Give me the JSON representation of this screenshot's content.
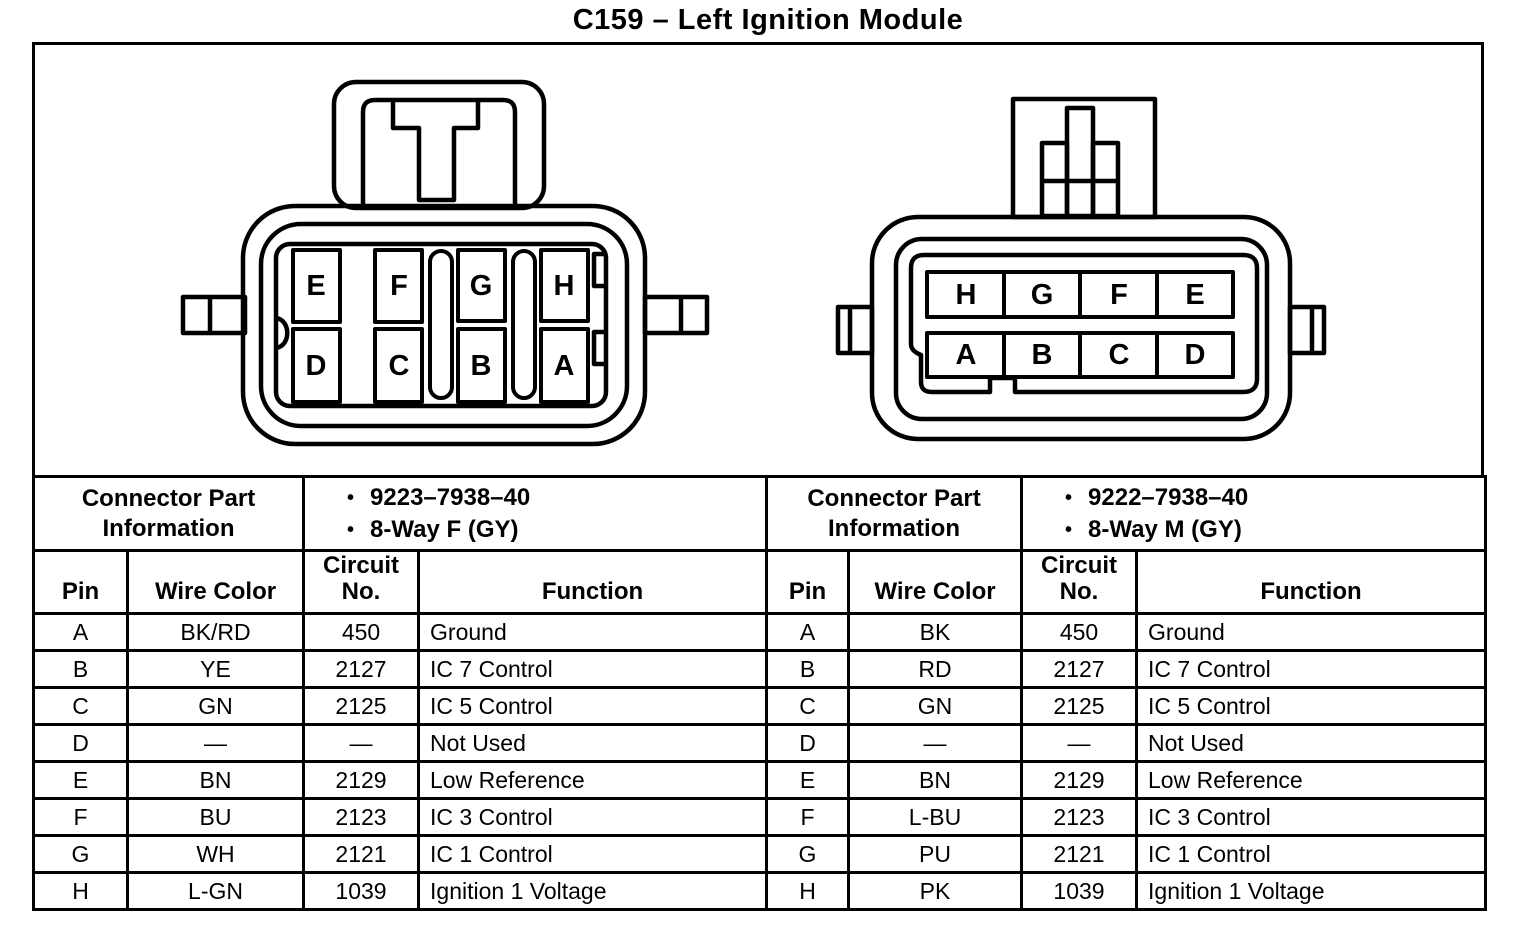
{
  "title": "C159 – Left Ignition Module",
  "bullet": "•",
  "connectors": {
    "left": {
      "part_info_label": "Connector Part Information",
      "part_number": "9223–7938–40",
      "way_type": "8-Way F (GY)",
      "pins_top": [
        "E",
        "F",
        "G",
        "H"
      ],
      "pins_bottom": [
        "D",
        "C",
        "B",
        "A"
      ],
      "table": {
        "headers": [
          "Pin",
          "Wire Color",
          "Circuit No.",
          "Function"
        ],
        "rows": [
          [
            "A",
            "BK/RD",
            "450",
            "Ground"
          ],
          [
            "B",
            "YE",
            "2127",
            "IC 7 Control"
          ],
          [
            "C",
            "GN",
            "2125",
            "IC 5 Control"
          ],
          [
            "D",
            "—",
            "—",
            "Not Used"
          ],
          [
            "E",
            "BN",
            "2129",
            "Low Reference"
          ],
          [
            "F",
            "BU",
            "2123",
            "IC 3 Control"
          ],
          [
            "G",
            "WH",
            "2121",
            "IC 1 Control"
          ],
          [
            "H",
            "L-GN",
            "1039",
            "Ignition 1 Voltage"
          ]
        ]
      }
    },
    "right": {
      "part_info_label": "Connector Part Information",
      "part_number": "9222–7938–40",
      "way_type": "8-Way M (GY)",
      "pins_top": [
        "H",
        "G",
        "F",
        "E"
      ],
      "pins_bottom": [
        "A",
        "B",
        "C",
        "D"
      ],
      "table": {
        "headers": [
          "Pin",
          "Wire Color",
          "Circuit No.",
          "Function"
        ],
        "rows": [
          [
            "A",
            "BK",
            "450",
            "Ground"
          ],
          [
            "B",
            "RD",
            "2127",
            "IC 7 Control"
          ],
          [
            "C",
            "GN",
            "2125",
            "IC 5 Control"
          ],
          [
            "D",
            "—",
            "—",
            "Not Used"
          ],
          [
            "E",
            "BN",
            "2129",
            "Low Reference"
          ],
          [
            "F",
            "L-BU",
            "2123",
            "IC 3 Control"
          ],
          [
            "G",
            "PU",
            "2121",
            "IC 1 Control"
          ],
          [
            "H",
            "PK",
            "1039",
            "Ignition 1 Voltage"
          ]
        ]
      }
    }
  }
}
